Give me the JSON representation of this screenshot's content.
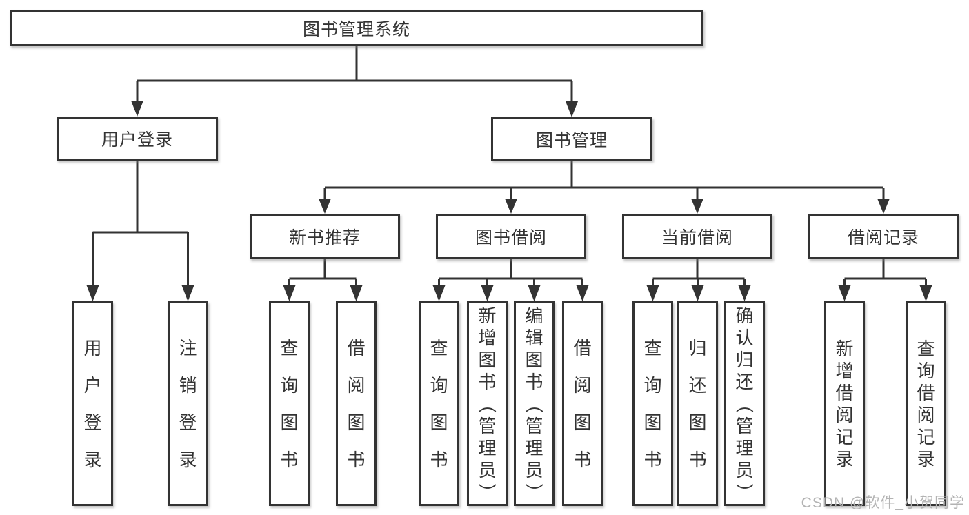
{
  "tree": {
    "label": "图书管理系统",
    "children": [
      {
        "label": "用户登录",
        "children": [
          {
            "label": "用户登录"
          },
          {
            "label": "注销登录"
          }
        ]
      },
      {
        "label": "图书管理",
        "children": [
          {
            "label": "新书推荐",
            "children": [
              {
                "label": "查询图书"
              },
              {
                "label": "借阅图书"
              }
            ]
          },
          {
            "label": "图书借阅",
            "children": [
              {
                "label": "查询图书"
              },
              {
                "label": "新增图书（管理员）"
              },
              {
                "label": "编辑图书（管理员）"
              },
              {
                "label": "借阅图书"
              }
            ]
          },
          {
            "label": "当前借阅",
            "children": [
              {
                "label": "查询图书"
              },
              {
                "label": "归还图书"
              },
              {
                "label": "确认归还（管理员）"
              }
            ]
          },
          {
            "label": "借阅记录",
            "children": [
              {
                "label": "新增借阅记录"
              },
              {
                "label": "查询借阅记录"
              }
            ]
          }
        ]
      }
    ]
  },
  "watermark": "CSDN @软件_小贺同学",
  "colors": {
    "line": "#333333",
    "text": "#333333",
    "background": "#ffffff",
    "watermark": "#b3b3b3"
  }
}
